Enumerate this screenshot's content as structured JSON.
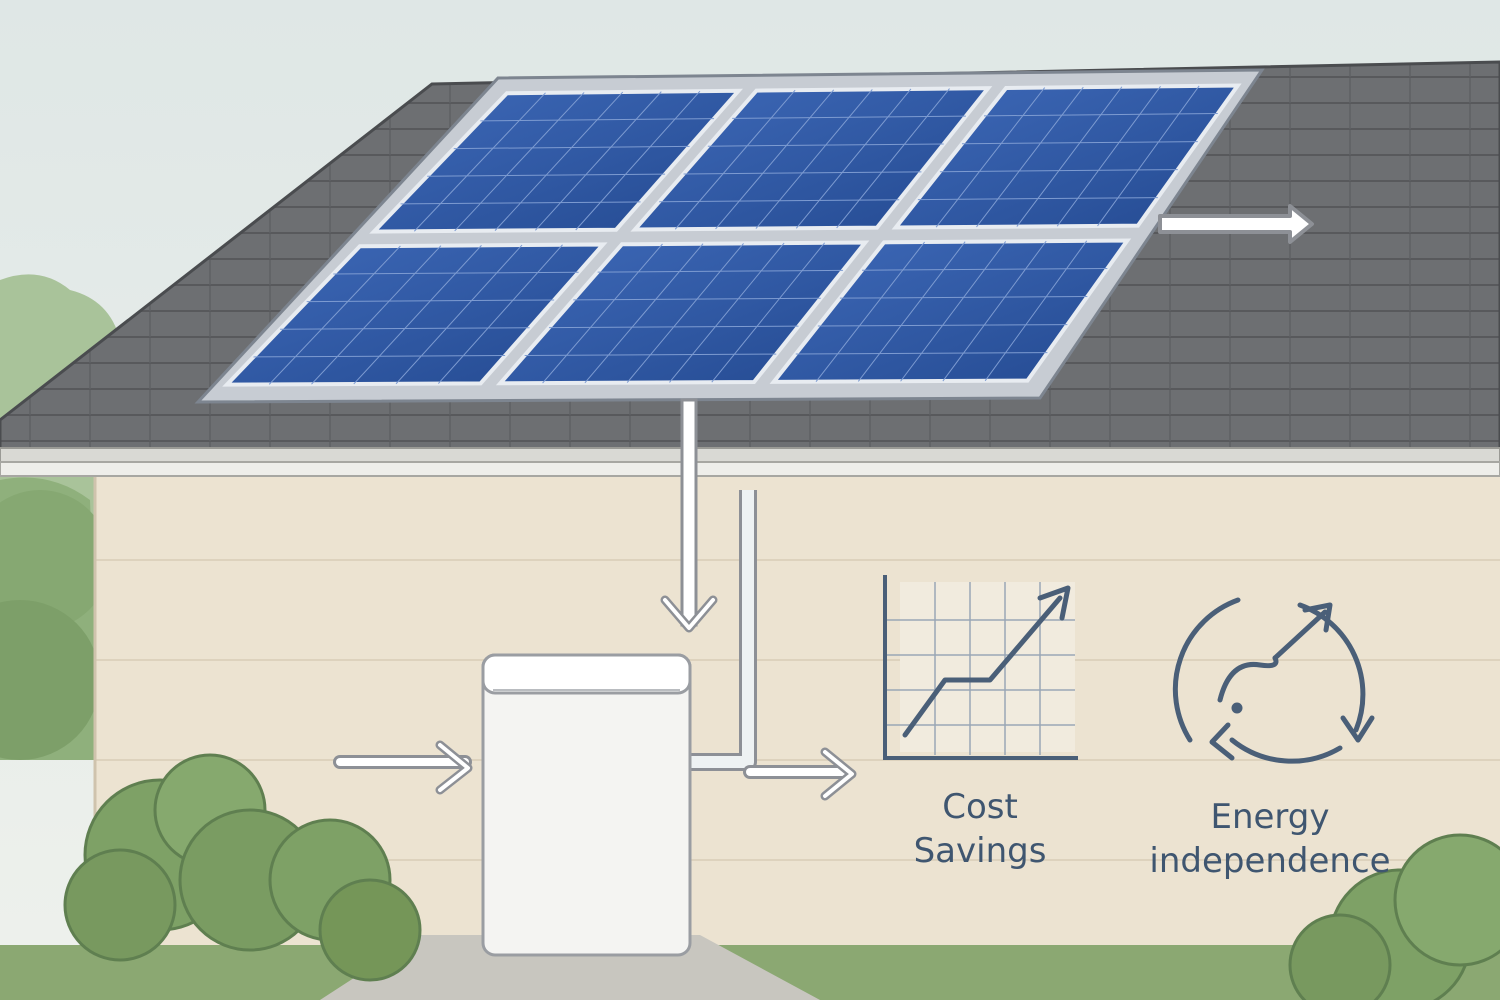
{
  "labels": {
    "cost_line1": "Cost",
    "cost_line2": "Savings",
    "energy_line1": "Energy",
    "energy_line2": "independence"
  },
  "icons": {
    "cost": "growth-chart-icon",
    "energy": "circular-arrows-icon"
  },
  "colors": {
    "sky": "#e6ece9",
    "roof": "#6b6d70",
    "roof_shingle": "#5b5d60",
    "wall": "#ece3d1",
    "panel": "#2f55a0",
    "panel_frame": "#c9cfd6",
    "battery": "#f3f3f1",
    "icon_ink": "#4a5f78",
    "shrub": "#7ea166",
    "grass": "#8ba872"
  }
}
